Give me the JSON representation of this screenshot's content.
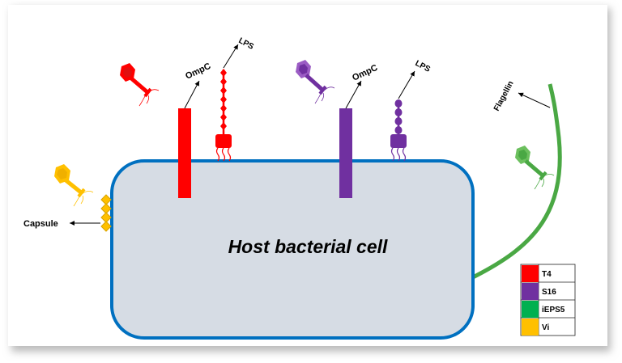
{
  "diagram": {
    "cell_label": "Host bacterial cell",
    "labels": {
      "ompc_red": "OmpC",
      "lps_red": "LPS",
      "ompc_purple": "OmpC",
      "lps_purple": "LPS",
      "flagellin": "Flagellin",
      "capsule": "Capsule"
    }
  },
  "legend": {
    "items": [
      {
        "label": "T4",
        "color": "#ff0000"
      },
      {
        "label": "S16",
        "color": "#7030a0"
      },
      {
        "label": "iEPS5",
        "color": "#00b050"
      },
      {
        "label": "Vi",
        "color": "#ffc000"
      }
    ]
  },
  "colors": {
    "cell_fill": "#d6dce4",
    "cell_border": "#0070c0",
    "t4": "#ff0000",
    "s16": "#7030a0",
    "ieps5": "#4aa844",
    "vi": "#ffc000"
  }
}
